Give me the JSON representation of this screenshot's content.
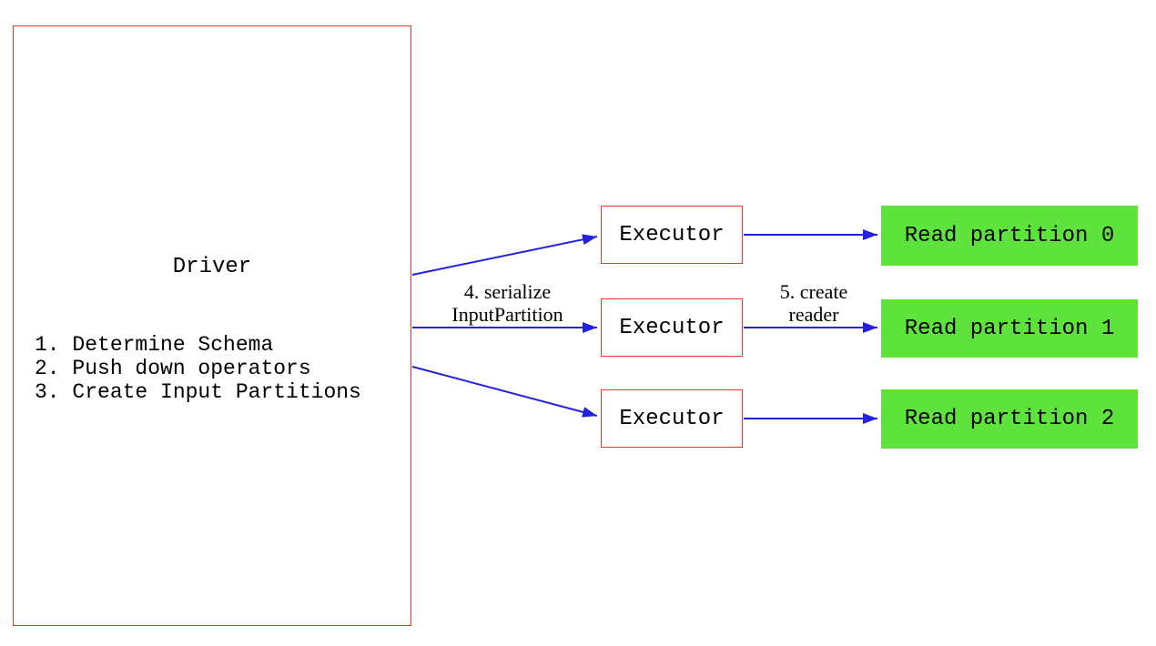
{
  "diagram": {
    "driver": {
      "title": "Driver",
      "steps": [
        "1. Determine Schema",
        "2. Push down operators",
        "3. Create Input Partitions"
      ]
    },
    "executors": [
      {
        "label": "Executor"
      },
      {
        "label": "Executor"
      },
      {
        "label": "Executor"
      }
    ],
    "partitions": [
      {
        "label": "Read partition 0"
      },
      {
        "label": "Read partition 1"
      },
      {
        "label": "Read partition 2"
      }
    ],
    "arrow_labels": {
      "serialize": {
        "line1": "4. serialize",
        "line2": "InputPartition"
      },
      "create_reader": {
        "line1": "5. create",
        "line2": "reader"
      }
    },
    "colors": {
      "box_border": "#e8392b",
      "partition_fill": "#5ee23c",
      "arrow": "#2222dd"
    }
  }
}
